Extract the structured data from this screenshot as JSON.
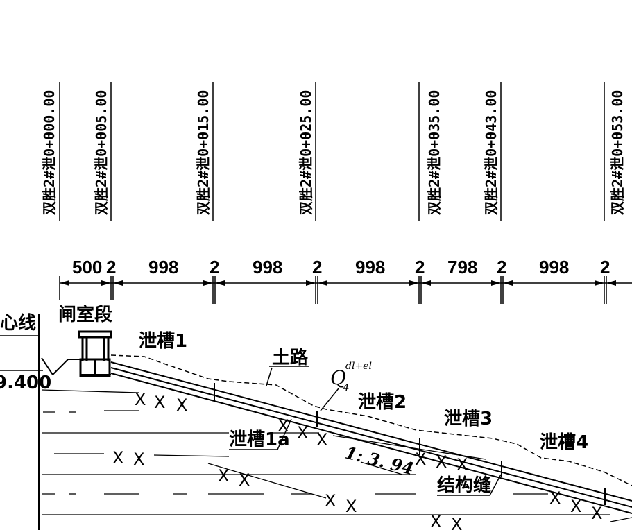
{
  "stations": [
    "双胜2#泄0+000.00",
    "双胜2#泄0+005.00",
    "双胜2#泄0+015.00",
    "双胜2#泄0+025.00",
    "双胜2#泄0+035.00",
    "双胜2#泄0+043.00",
    "双胜2#泄0+053.00"
  ],
  "dimensions": [
    "500",
    "2",
    "998",
    "2",
    "998",
    "2",
    "998",
    "2",
    "798",
    "2",
    "998",
    "2"
  ],
  "labels": {
    "centerline": "心线",
    "gate_section": "闸室段",
    "chute1": "泄槽1",
    "chute1a": "泄槽1a",
    "chute2": "泄槽2",
    "chute3": "泄槽3",
    "chute4": "泄槽4",
    "dirt_road": "土路",
    "elevation": "9.400",
    "slope": "1: 3. 94",
    "joint": "结构缝",
    "geo_main": "Q",
    "geo_sub": "4",
    "geo_sup": "dl+el"
  }
}
